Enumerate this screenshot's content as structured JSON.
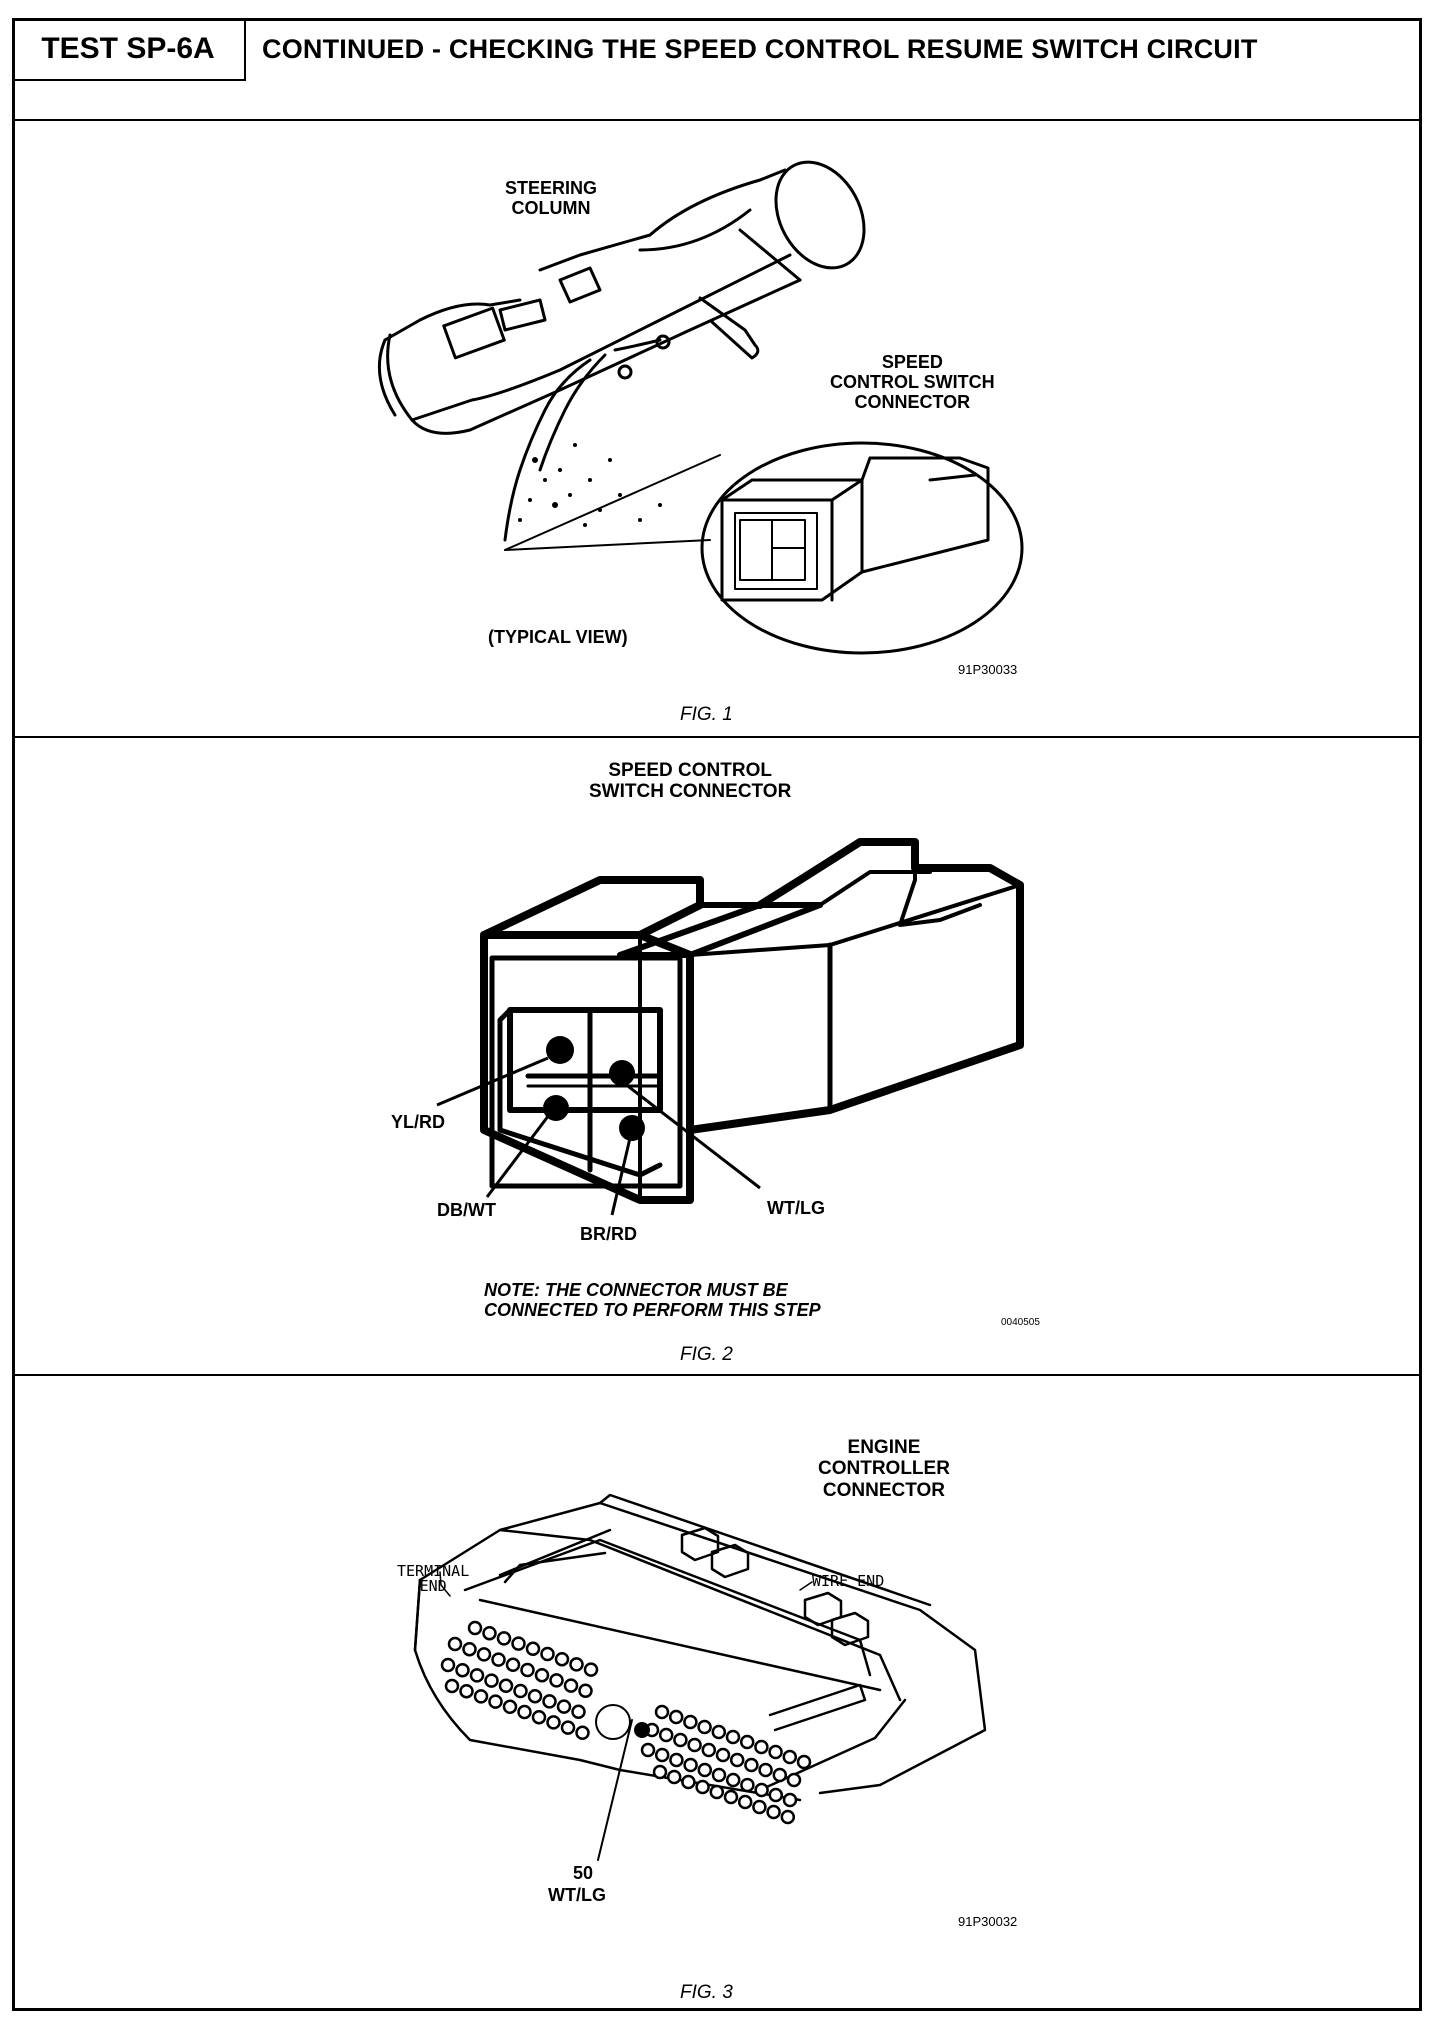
{
  "header": {
    "test_id": "TEST SP-6A",
    "title": "CONTINUED - CHECKING THE SPEED CONTROL RESUME SWITCH CIRCUIT"
  },
  "figure1": {
    "label_column": "STEERING\nCOLUMN",
    "label_connector": "SPEED\nCONTROL SWITCH\nCONNECTOR",
    "view_note": "(TYPICAL VIEW)",
    "ref_code": "91P30033",
    "caption": "FIG. 1"
  },
  "figure2": {
    "title": "SPEED CONTROL\nSWITCH CONNECTOR",
    "wires": {
      "yl_rd": "YL/RD",
      "db_wt": "DB/WT",
      "br_rd": "BR/RD",
      "wt_lg": "WT/LG"
    },
    "note": "NOTE: THE CONNECTOR MUST BE\nCONNECTED TO PERFORM THIS STEP",
    "ref_code": "0040505",
    "caption": "FIG. 2"
  },
  "figure3": {
    "title": "ENGINE\nCONTROLLER\nCONNECTOR",
    "terminal_end": "TERMINAL\nEND",
    "wire_end": "WIRE END",
    "pin_number": "50",
    "pin_wire": "WT/LG",
    "ref_code": "91P30032",
    "caption": "FIG. 3"
  }
}
